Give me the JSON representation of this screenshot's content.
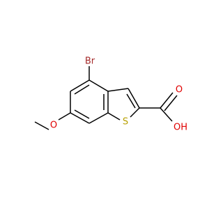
{
  "molecule": {
    "atoms": {
      "bromine": {
        "text": "Br",
        "color": "#a52a2a"
      },
      "sulfur": {
        "text": "S",
        "color": "#b8a000"
      },
      "methoxy_oxygen": {
        "text": "O",
        "color": "#e00000"
      },
      "carbonyl_oxygen": {
        "text": "O",
        "color": "#e00000"
      },
      "hydroxyl": {
        "text": "OH",
        "color": "#e00000"
      }
    },
    "bond_color": "#000000"
  }
}
